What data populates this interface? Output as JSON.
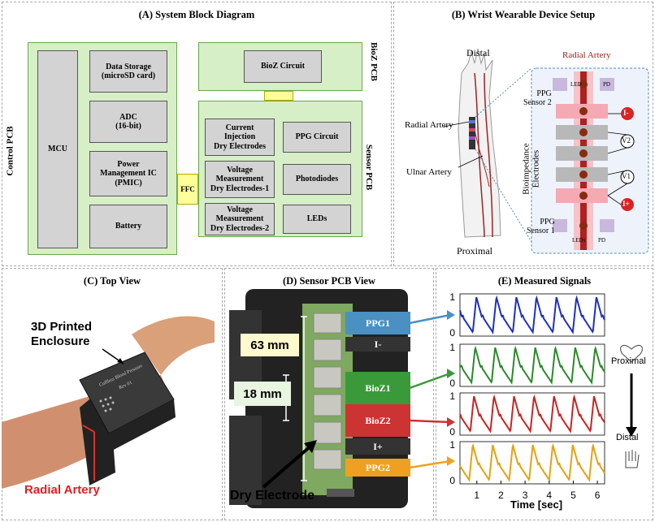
{
  "panels": {
    "a_title": "(A) System Block Diagram",
    "b_title": "(B) Wrist Wearable Device Setup",
    "c_title": "(C) Top View",
    "d_title": "(D) Sensor PCB View",
    "e_title": "(E) Measured Signals"
  },
  "block_diagram": {
    "control_pcb": "Control PCB",
    "bioz_pcb": "BioZ PCB",
    "sensor_pcb": "Sensor PCB",
    "mcu": "MCU",
    "data_storage": "Data Storage\n(microSD card)",
    "adc": "ADC\n(16-bit)",
    "pmic": "Power\nManagement IC\n(PMIC)",
    "battery": "Battery",
    "ffc": "FFC",
    "bioz_circuit": "BioZ Circuit",
    "current_injection": "Current\nInjection\nDry Electrodes",
    "ppg_circuit": "PPG Circuit",
    "voltage1": "Voltage\nMeasurement\nDry Electrodes-1",
    "photodiodes": "Photodiodes",
    "voltage2": "Voltage\nMeasurement\nDry Electrodes-2",
    "leds": "LEDs"
  },
  "wrist_setup": {
    "distal": "Distal",
    "proximal": "Proximal",
    "radial_artery": "Radial Artery",
    "ulnar_artery": "Ulnar Artery",
    "radial_artery_top": "Radial Artery",
    "ppg_sensor2": "PPG\nSensor 2",
    "ppg_sensor1": "PPG\nSensor 1",
    "bioimpedance": "Bioimpedance\nElectrodes",
    "led_top": "LED",
    "pd_top": "PD",
    "led_bottom": "LEDs",
    "pd_bottom": "PD",
    "i_minus": "I-",
    "i_plus": "I+",
    "v2": "V2",
    "v1": "V1"
  },
  "top_view": {
    "enclosure": "3D Printed\nEnclosure",
    "radial_artery": "Radial Artery",
    "device_text": "Cuffless Blood Pressure",
    "device_rev": "Rev 01"
  },
  "sensor_view": {
    "dim_63": "63 mm",
    "dim_18": "18 mm",
    "dry_electrode": "Dry Electrode",
    "labels": [
      "PPG1",
      "I-",
      "BioZ1",
      "BioZ2",
      "I+",
      "PPG2"
    ],
    "label_colors": [
      "#4a90c2",
      "#333333",
      "#3a9a3a",
      "#cc3333",
      "#333333",
      "#f0a020"
    ]
  },
  "signals": {
    "xlabel": "Time [sec]",
    "proximal": "Proximal",
    "distal": "Distal",
    "y_ticks": [
      "1",
      "0"
    ],
    "x_ticks": [
      "1",
      "2",
      "3",
      "4",
      "5",
      "6"
    ]
  },
  "chart_data": {
    "type": "line",
    "xlabel": "Time [sec]",
    "x_range": [
      0.3,
      6.3
    ],
    "ylim": [
      0,
      1
    ],
    "x_ticks": [
      1,
      2,
      3,
      4,
      5,
      6
    ],
    "series": [
      {
        "name": "PPG1",
        "color": "#1f2fbf",
        "period": 0.83
      },
      {
        "name": "BioZ1",
        "color": "#2a8a2a",
        "period": 0.83
      },
      {
        "name": "BioZ2",
        "color": "#cc2222",
        "period": 0.83
      },
      {
        "name": "PPG2",
        "color": "#e8a010",
        "period": 0.83
      }
    ]
  }
}
